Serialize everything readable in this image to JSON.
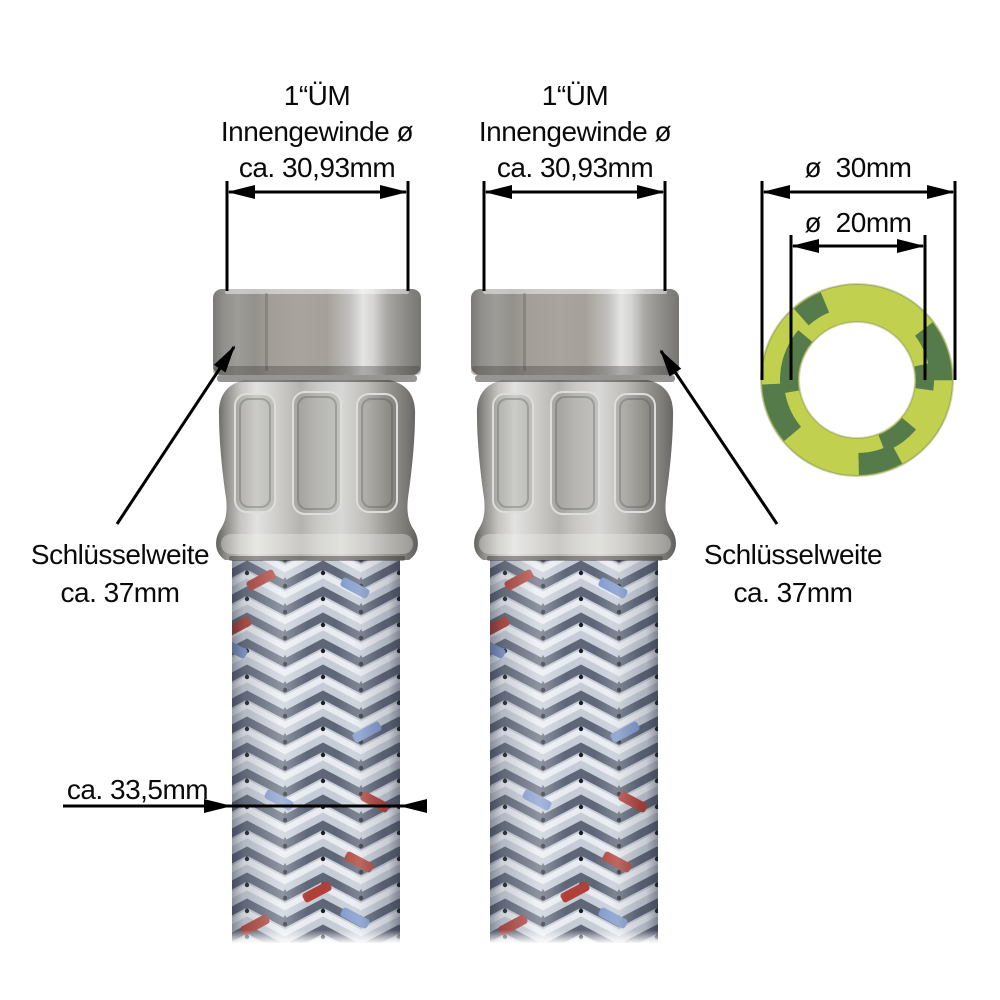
{
  "annotations": {
    "fitting_left": {
      "lines": [
        "1“ÜM",
        "Innengewinde ø",
        "ca. 30,93mm"
      ]
    },
    "fitting_right": {
      "lines": [
        "1“ÜM",
        "Innengewinde ø",
        "ca. 30,93mm"
      ]
    },
    "wrench_left": {
      "lines": [
        "Schlüsselweite",
        "ca. 37mm"
      ]
    },
    "wrench_right": {
      "lines": [
        "Schlüsselweite",
        "ca. 37mm"
      ]
    },
    "hose_outer_diameter": {
      "label": "ca. 33,5mm"
    },
    "gasket_outer_diameter": {
      "label": "ø  30mm"
    },
    "gasket_inner_diameter": {
      "label": "ø  20mm"
    }
  },
  "parts": {
    "hex_nut": "chrome hex union nut",
    "ferrule": "crimped chrome ferrule",
    "hose": "stainless braided hose with red and blue tracers",
    "gasket": "green fibre sealing ring"
  },
  "colors": {
    "background": "#ffffff",
    "annotation_line": "#000000",
    "text": "#0a0a0a",
    "metal_light": "#e2e2e0",
    "metal_mid": "#a8a49e",
    "metal_dark": "#7a7874",
    "braid_strap": "#ccd3dd",
    "braid_gap": "#5e6678",
    "tracer_red": "#b04038",
    "tracer_blue": "#7e98cc",
    "gasket_green": "#c2d04f",
    "gasket_print_green": "#47704a"
  }
}
